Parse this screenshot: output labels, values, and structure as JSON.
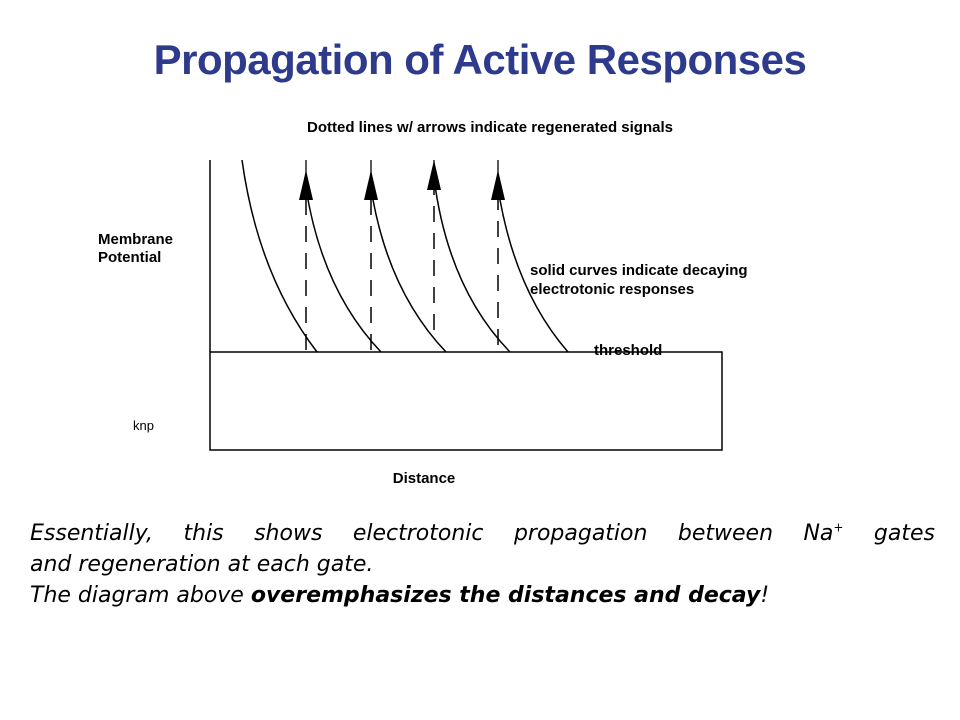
{
  "title": "Propagation of Active Responses",
  "diagram": {
    "top_label": "Dotted lines w/ arrows indicate regenerated signals",
    "y_label_line1": "Membrane",
    "y_label_line2": "Potential",
    "curve_label_line1": "solid curves indicate decaying",
    "curve_label_line2": "electrotonic responses",
    "threshold_label": "threshold",
    "corner_label": "knp",
    "x_label": "Distance"
  },
  "caption": {
    "line1_prefix": "Essentially, this shows electrotonic propagation between Na",
    "line1_sup": "+",
    "line1_suffix": " gates",
    "line2": "and regeneration at each gate.",
    "line3_prefix": "The diagram above ",
    "line3_bold": "overemphasizes the distances and decay",
    "line3_suffix": "!"
  }
}
